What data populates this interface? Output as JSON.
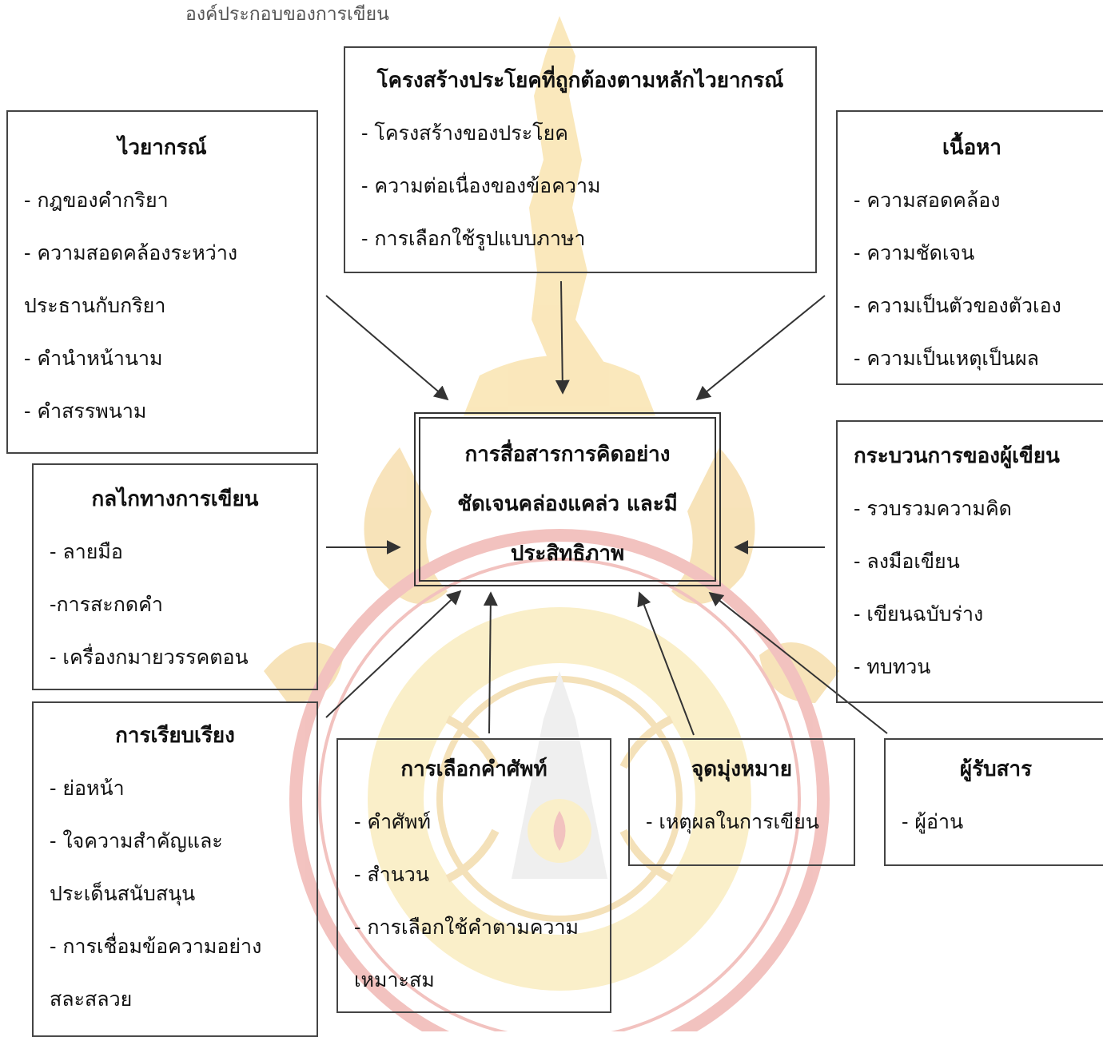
{
  "caption": "องค์ประกอบของการเขียน",
  "colors": {
    "watermark_gold": "#f0c34a",
    "watermark_red": "#d9443a",
    "line": "#333333"
  },
  "center": {
    "lines": [
      "การสื่อสารการคิดอย่าง",
      "ชัดเจนคล่องแคล่ว และมี",
      "ประสิทธิภาพ"
    ]
  },
  "boxes": {
    "structure": {
      "title": "โครงสร้างประโยคที่ถูกต้องตามหลักไวยากรณ์",
      "items": [
        "- โครงสร้างของประโยค",
        "- ความต่อเนื่องของข้อความ",
        "- การเลือกใช้รูปแบบภาษา"
      ]
    },
    "grammar": {
      "title": "ไวยากรณ์",
      "items": [
        "- กฎของคำกริยา",
        "- ความสอดคล้องระหว่าง",
        "ประธานกับกริยา",
        "- คำนำหน้านาม",
        "- คำสรรพนาม"
      ]
    },
    "content": {
      "title": "เนื้อหา",
      "items": [
        "- ความสอดคล้อง",
        "- ความชัดเจน",
        "- ความเป็นตัวของตัวเอง",
        "- ความเป็นเหตุเป็นผล"
      ]
    },
    "mechanics": {
      "title": "กลไกทางการเขียน",
      "items": [
        "- ลายมือ",
        "-การสะกดคำ",
        "- เครื่องกมายวรรคตอน"
      ]
    },
    "process": {
      "title": "กระบวนการของผู้เขียน",
      "items": [
        "- รวบรวมความคิด",
        "- ลงมือเขียน",
        "- เขียนฉบับร่าง",
        "- ทบทวน"
      ]
    },
    "organization": {
      "title": "การเรียบเรียง",
      "items": [
        "- ย่อหน้า",
        "- ใจความสำคัญและ",
        "ประเด็นสนับสนุน",
        "- การเชื่อมข้อความอย่าง",
        "สละสลวย"
      ]
    },
    "word_choice": {
      "title": "การเลือกคำศัพท์",
      "items": [
        "- คำศัพท์",
        "- สำนวน",
        "- การเลือกใช้คำตามความ",
        "เหมาะสม"
      ]
    },
    "purpose": {
      "title": "จุดมุ่งหมาย",
      "items": [
        "- เหตุผลในการเขียน"
      ]
    },
    "audience": {
      "title": "ผู้รับสาร",
      "items": [
        "- ผู้อ่าน"
      ]
    }
  }
}
